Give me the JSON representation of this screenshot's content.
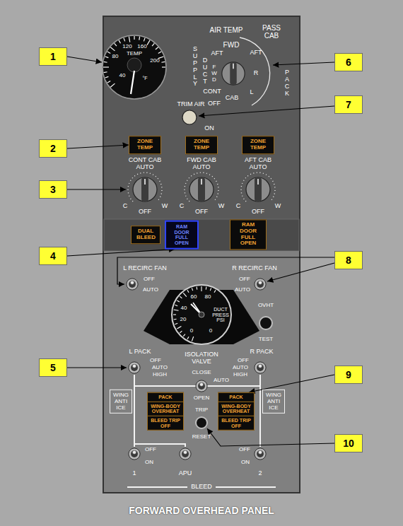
{
  "diagram": {
    "caption": "FORWARD OVERHEAD PANEL",
    "nodes": [
      {
        "text": [
          "1"
        ]
      },
      {
        "text": [
          "6"
        ]
      },
      {
        "text": [
          "7"
        ]
      },
      {
        "text": [
          "2"
        ]
      },
      {
        "text": [
          "ZONE TEMP"
        ]
      },
      {
        "text": [
          "ZONE TEMP"
        ]
      },
      {
        "text": [
          "ZONE TEMP"
        ]
      },
      {
        "text": [
          "3"
        ]
      },
      {
        "text": [
          "DUAL BLEED"
        ]
      },
      {
        "text": [
          "RAM DOOR FULL OPEN"
        ]
      },
      {
        "text": [
          "RAM DOOR FULL OPEN"
        ]
      },
      {
        "text": [
          "4"
        ]
      },
      {
        "text": [
          "8"
        ]
      },
      {
        "text": [
          "5"
        ]
      },
      {
        "text": [
          "WING ANTI ICE"
        ]
      },
      {
        "text": [
          "WING ANTI ICE"
        ]
      },
      {
        "text": [
          "9"
        ]
      },
      {
        "text": [
          "PACK",
          "WING-BODY OVERHEAT",
          "BLEED TRIP OFF"
        ]
      },
      {
        "text": [
          "PACK",
          "WING-BODY OVERHEAT",
          "BLEED TRIP OFF"
        ]
      },
      {
        "text": [
          "10"
        ]
      }
    ],
    "edges": [
      {
        "from": 3,
        "to": 4,
        "arrow": "to"
      },
      {
        "from": 11,
        "to": 9,
        "arrow": "to"
      },
      {
        "from": 16,
        "to": 18,
        "arrow": "to"
      }
    ],
    "labels": [
      "120",
      "160",
      "80",
      "200",
      "40",
      "TEMP",
      "°F",
      "AIR TEMP",
      "PASS CAB",
      "SUPPLY",
      "DUCT",
      "FWD",
      "AFT",
      "AFT",
      "FWD",
      "R",
      "L",
      "CONT",
      "CAB",
      "PACK",
      "TRIM AIR",
      "OFF",
      "ON",
      "CONT CAB",
      "AUTO",
      "C",
      "OFF",
      "W",
      "FWD CAB",
      "AUTO",
      "C",
      "OFF",
      "W",
      "AFT CAB",
      "AUTO",
      "C",
      "OFF",
      "W",
      "L RECIRC FAN",
      "OFF",
      "AUTO",
      "R RECIRC FAN",
      "OFF",
      "AUTO",
      "60",
      "80",
      "40",
      "20",
      "0",
      "0",
      "DUCT PRESS PSI",
      "OVHT",
      "TEST",
      "L PACK",
      "OFF",
      "AUTO",
      "HIGH",
      "ISOLATION VALVE",
      "CLOSE",
      "AUTO",
      "OPEN",
      "R PACK",
      "OFF",
      "AUTO",
      "HIGH",
      "TRIP",
      "RESET",
      "OFF",
      "ON",
      "1",
      "APU",
      "OFF",
      "ON",
      "2",
      "BLEED"
    ]
  }
}
